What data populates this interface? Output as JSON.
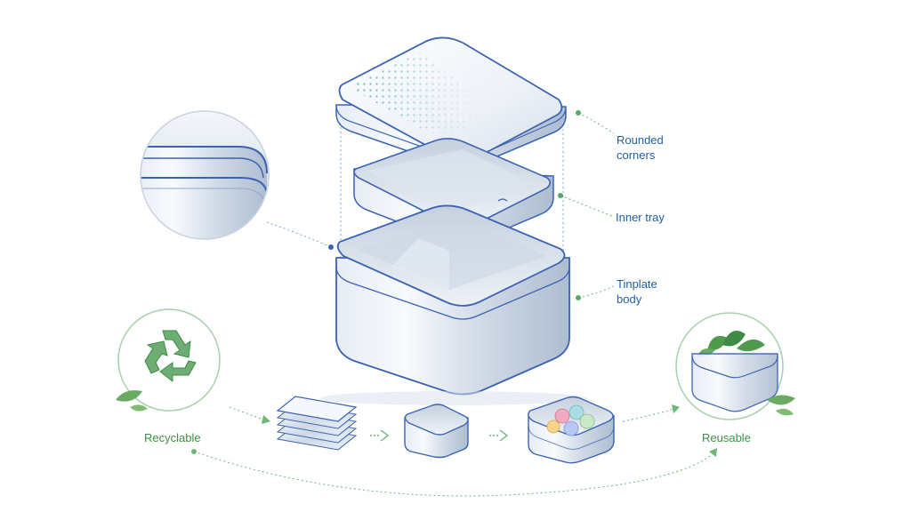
{
  "callouts": {
    "rounded_corners": [
      "Rounded",
      "corners"
    ],
    "inner_tray": "Inner tray",
    "tinplate_body": [
      "Tinplate",
      "body"
    ]
  },
  "lifecycle": {
    "recyclable": "Recyclable",
    "reusable": "Reusable"
  },
  "colors": {
    "label_blue": "#1f5f9e",
    "label_green": "#3f8f46",
    "metal_outline": "#3b63b3",
    "metal_light": "#f2f6fb",
    "metal_mid": "#c9d4e2",
    "leader_green": "#6db57a",
    "recycle_green": "#4e9a57"
  },
  "icons": [
    "recycle-icon",
    "leaf-icon",
    "tin-sheets-icon",
    "arrow-icon",
    "candy-icon",
    "plant-leaves-icon"
  ]
}
